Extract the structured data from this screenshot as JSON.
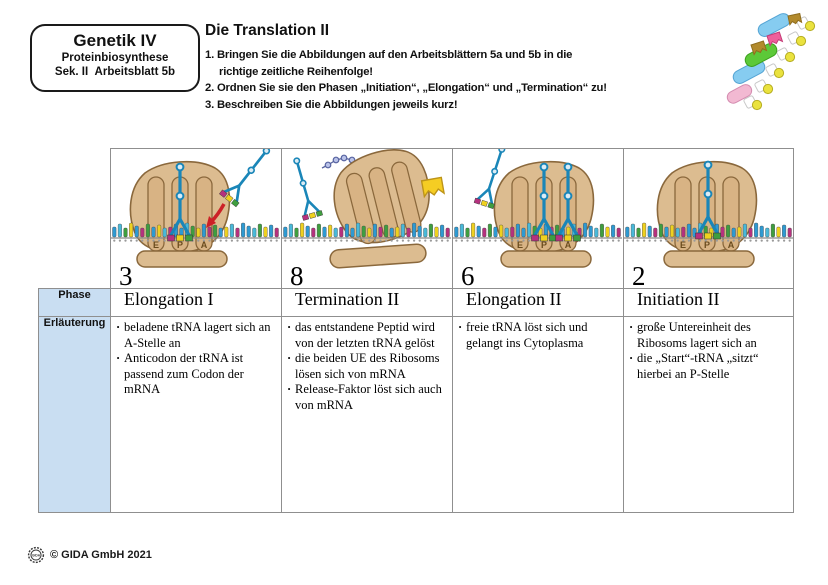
{
  "header": {
    "box": {
      "line1": "Genetik IV",
      "line2": "Proteinbiosynthese",
      "line3": "Sek. II  Arbeitsblatt 5b"
    },
    "title": "Die Translation II",
    "instructions": [
      {
        "line1": "1. Bringen Sie die Abbildungen auf den Arbeitsblättern 5a und 5b in die",
        "line2": "richtige zeitliche Reihenfolge!"
      },
      {
        "line1": "2. Ordnen Sie sie den Phasen „Initiation“, „Elongation“ und „Termination“ zu!"
      },
      {
        "line1": "3. Beschreiben Sie die Abbildungen jeweils kurz!"
      }
    ]
  },
  "table": {
    "row_labels": {
      "phase": "Phase",
      "erlaeuterung": "Erläuterung"
    },
    "site_labels": [
      "E",
      "P",
      "A"
    ],
    "columns": [
      {
        "number": "3",
        "phase": "Elongation I",
        "notes": [
          "beladene tRNA lagert sich an A-Stelle an",
          "Anticodon der tRNA ist passend zum Codon der mRNA"
        ]
      },
      {
        "number": "8",
        "phase": "Termination II",
        "notes": [
          "das entstandene Peptid wird von der letzten tRNA gelöst",
          "die beiden UE des Ribosoms lösen sich von mRNA",
          "Release-Faktor löst sich auch von mRNA"
        ]
      },
      {
        "number": "6",
        "phase": "Elongation II",
        "notes": [
          "freie tRNA löst sich und gelangt ins Cytoplasma"
        ]
      },
      {
        "number": "2",
        "phase": "Initiation II",
        "notes": [
          "große Untereinheit des Ribosoms lagert sich an",
          "die „Start“-tRNA „sitzt“ hierbei an P-Stelle"
        ]
      }
    ]
  },
  "footer": {
    "copyright": "© GIDA GmbH 2021",
    "logo_text": "GIDA"
  },
  "colors": {
    "label_cell_bg": "#c9def2",
    "table_border": "#8f8f8f",
    "ribosome_body": "#dcbc90",
    "ribosome_channel": "#d8b384",
    "ribosome_outline": "#8a683c",
    "trna_blue": "#1a86b8",
    "arrow_red": "#cc2127",
    "release_factor_yellow": "#f5cd23"
  },
  "illustration": {
    "nucleotide_colors": [
      "#2e9ad2",
      "#49b9d9",
      "#3f9e3f",
      "#efd11f",
      "#2e9ad2",
      "#b5317e",
      "#3f9e3f",
      "#2e9ad2",
      "#efd11f",
      "#49b9d9",
      "#b5317e",
      "#2e9ad2"
    ],
    "nucleotide_heights": [
      10,
      13,
      9,
      14,
      11,
      9,
      13,
      10,
      12,
      9
    ],
    "anticodon_colors": [
      "#b5317e",
      "#efd11f",
      "#3f9e3f"
    ]
  }
}
